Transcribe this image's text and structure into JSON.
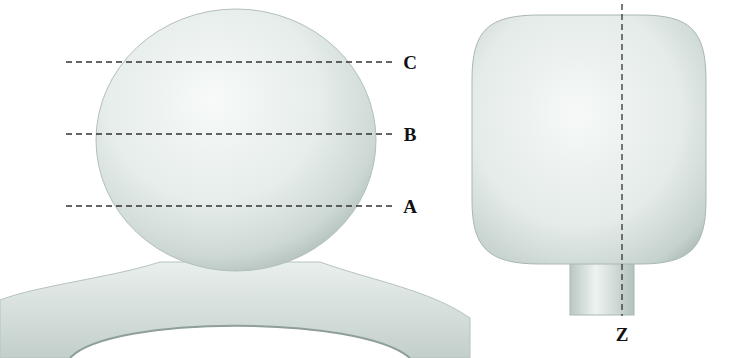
{
  "diagram": {
    "labels": [
      "C",
      "B",
      "A",
      "Z"
    ]
  }
}
